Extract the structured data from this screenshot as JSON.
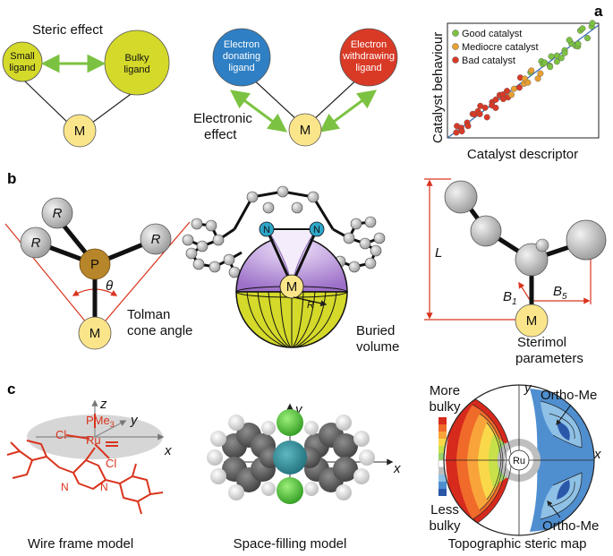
{
  "panels": {
    "a": {
      "label": "a",
      "steric_title": "Steric effect",
      "small_ligand": [
        "Small",
        "ligand"
      ],
      "bulky_ligand": [
        "Bulky",
        "ligand"
      ],
      "metal": "M",
      "donating_ligand": [
        "Electron",
        "donating",
        "ligand"
      ],
      "withdrawing_ligand": [
        "Electron",
        "withdrawing",
        "ligand"
      ],
      "electronic_effect": [
        "Electronic",
        "effect"
      ],
      "plot": {
        "ylabel": "Catalyst behaviour",
        "xlabel": "Catalyst descriptor",
        "legend": [
          {
            "label": "Good catalyst",
            "color": "#7cc242"
          },
          {
            "label": "Mediocre catalyst",
            "color": "#e8a030"
          },
          {
            "label": "Bad catalyst",
            "color": "#d93a26"
          }
        ]
      }
    },
    "b": {
      "label": "b",
      "R": "R",
      "P": "P",
      "theta": "θ",
      "tolman": [
        "Tolman",
        "cone angle"
      ],
      "N": "N",
      "buried_R": "R",
      "buried": [
        "Buried",
        "volume"
      ],
      "L": "L",
      "B1": "B",
      "B1_sub": "1",
      "B5": "B",
      "B5_sub": "5",
      "sterimol": [
        "Sterimol",
        "parameters"
      ]
    },
    "c": {
      "label": "c",
      "z": "z",
      "y": "y",
      "x": "x",
      "pme3": "PMe",
      "pme3_sub": "3",
      "ru": "Ru",
      "cl": "Cl",
      "n": "N",
      "more_bulky": [
        "More",
        "bulky"
      ],
      "less_bulky": [
        "Less",
        "bulky"
      ],
      "ortho_me": "Ortho-Me",
      "captions": [
        "Wire frame model",
        "Space-filling model",
        "Topographic steric map"
      ]
    }
  },
  "colors": {
    "ligand_yellow": "#d4d92a",
    "metal_yellow": "#fbe58a",
    "donating_blue": "#2e7fc4",
    "withdrawing_red": "#d93a26",
    "arrow_green": "#7cc242",
    "wire_red": "#d9341e",
    "phosphorus": "#b8862a",
    "buried_purple": "#a77fcf"
  }
}
